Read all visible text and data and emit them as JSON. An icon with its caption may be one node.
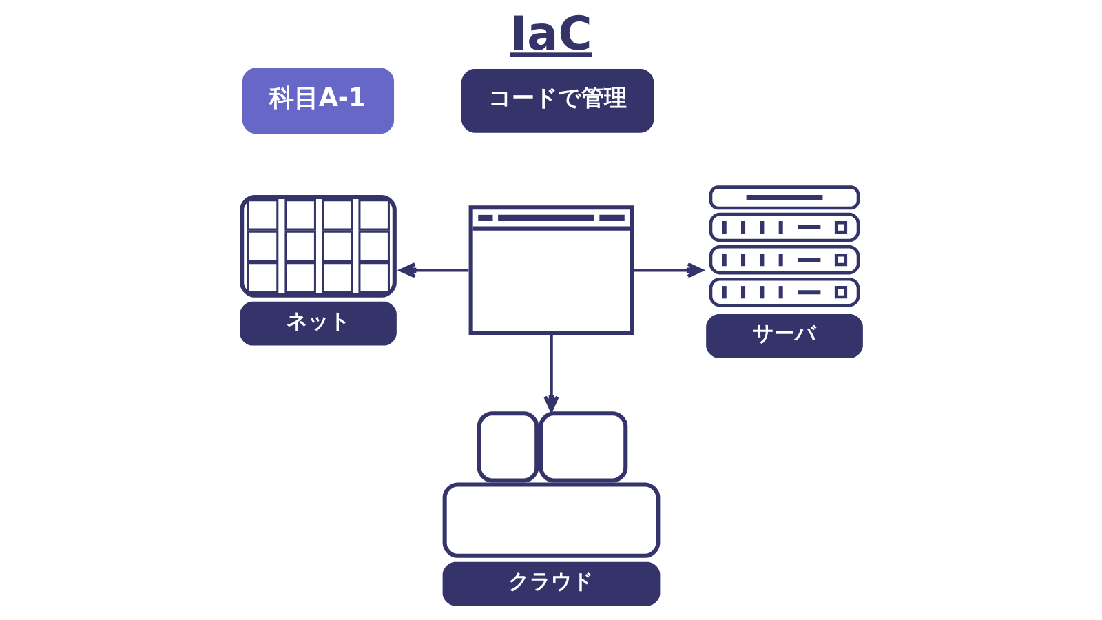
{
  "diagram": {
    "title": "IaC",
    "nodes": [
      {
        "text": [
          "科目A-1"
        ]
      },
      {
        "text": [
          "コードで管理"
        ]
      },
      {
        "text": [
          "ネット"
        ]
      },
      {
        "text": [],
        "shape": "picture"
      },
      {
        "text": [
          "サーバ"
        ]
      },
      {
        "text": [
          "クラウド"
        ]
      }
    ],
    "edges": [
      {
        "from": 3,
        "to": 2,
        "arrow": "to"
      },
      {
        "from": 3,
        "to": 4,
        "arrow": "to"
      },
      {
        "from": 3,
        "to": 5,
        "arrow": "to"
      }
    ]
  }
}
